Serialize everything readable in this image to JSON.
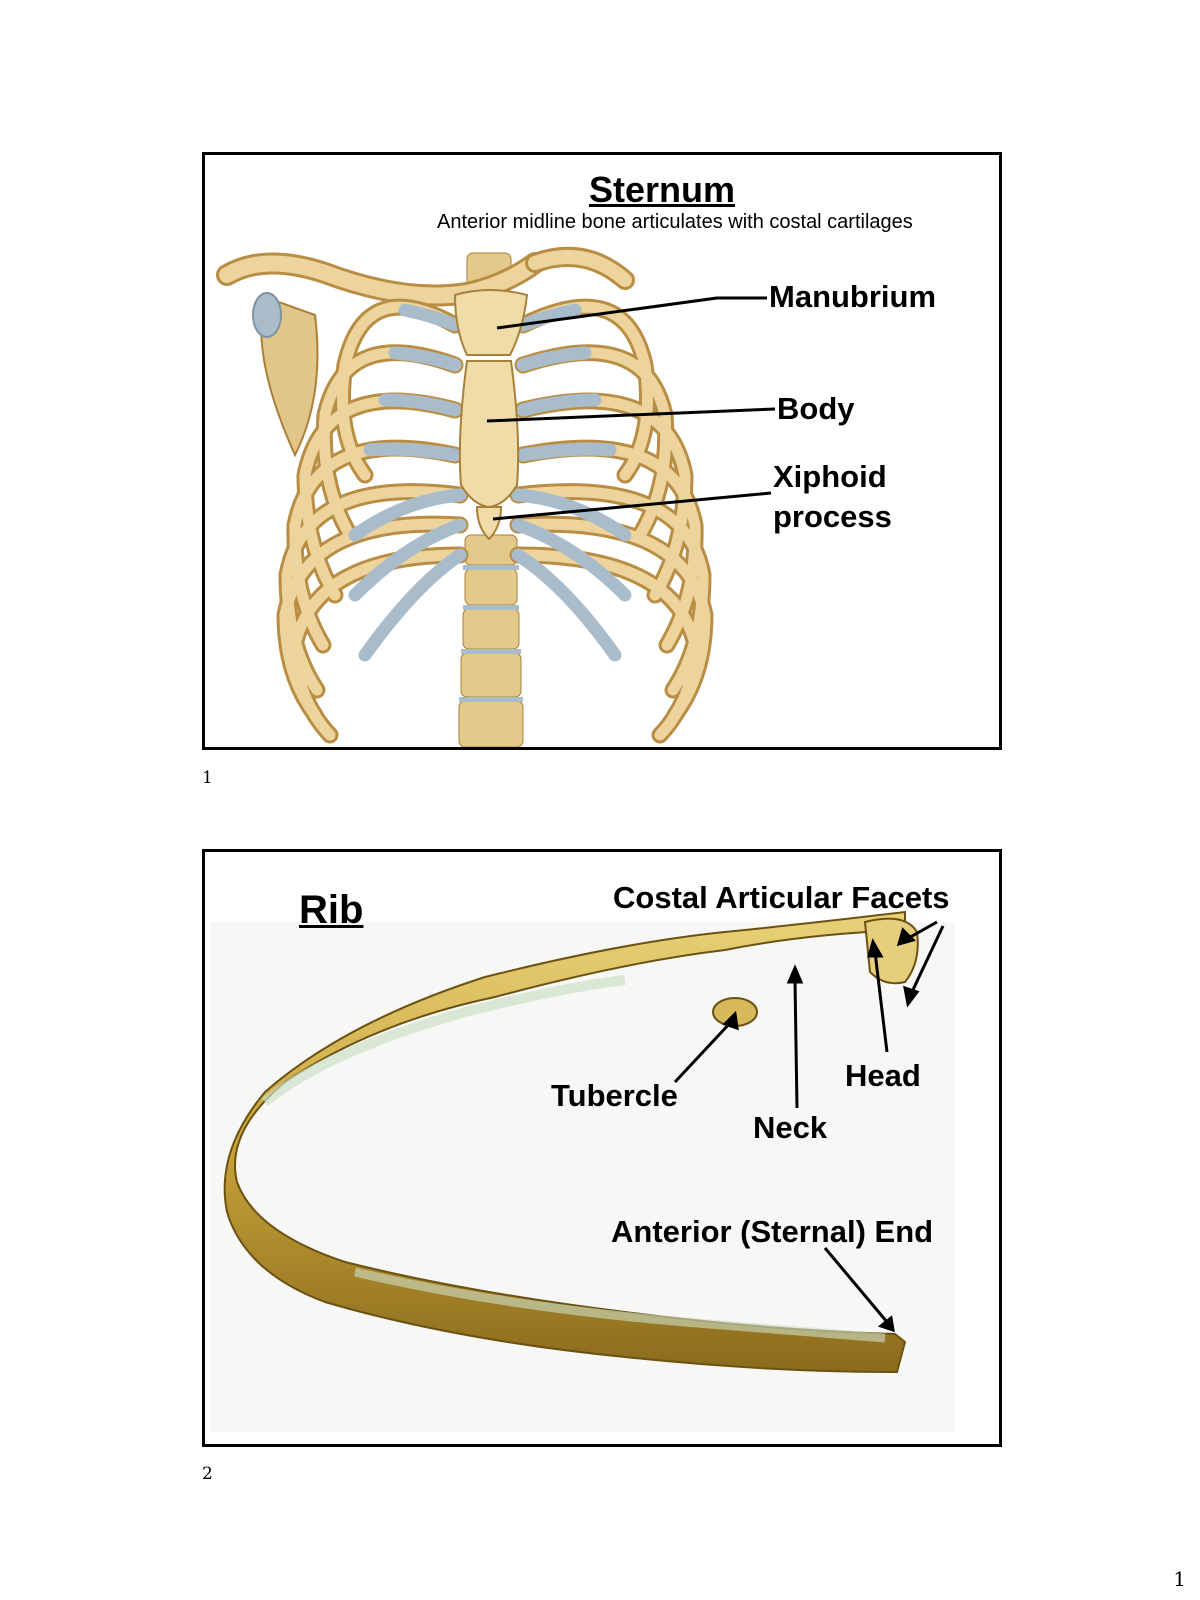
{
  "page_number": "1",
  "slides": [
    {
      "number": "1",
      "title": "Sternum",
      "subtitle": "Anterior midline bone articulates with costal cartilages",
      "labels": {
        "manubrium": "Manubrium",
        "body": "Body",
        "xiphoid_line1": "Xiphoid",
        "xiphoid_line2": "process"
      }
    },
    {
      "number": "2",
      "title": "Rib",
      "labels": {
        "facets": "Costal Articular Facets",
        "tubercle": "Tubercle",
        "head": "Head",
        "neck": "Neck",
        "anterior_end": "Anterior (Sternal) End"
      }
    }
  ],
  "colors": {
    "bone": "#e8cf94",
    "bone_dark": "#b98e44",
    "cartilage": "#a9bccb",
    "rib_gold": "#c9a43a",
    "rib_highlight": "#cfe0c8"
  }
}
